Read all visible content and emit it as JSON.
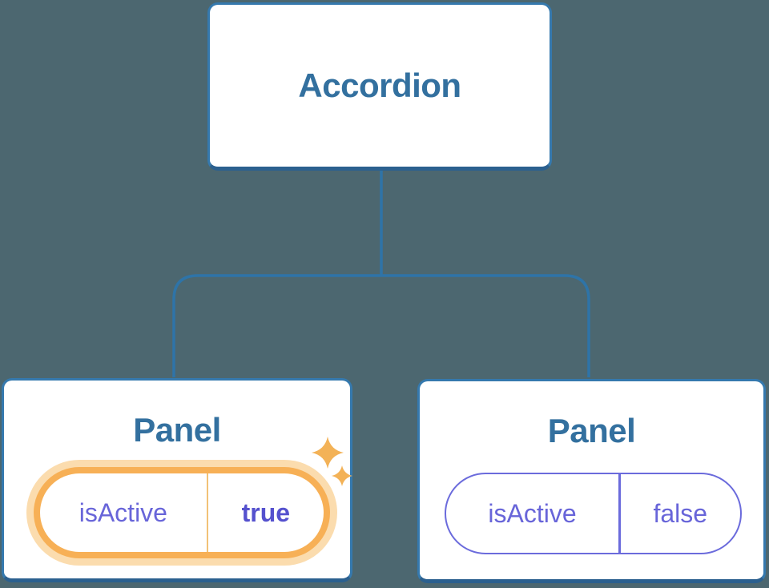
{
  "diagram": {
    "root": {
      "label": "Accordion"
    },
    "children": [
      {
        "label": "Panel",
        "state": {
          "name": "isActive",
          "value": "true"
        },
        "highlighted": true,
        "icon": "sparkles"
      },
      {
        "label": "Panel",
        "state": {
          "name": "isActive",
          "value": "false"
        },
        "highlighted": false
      }
    ]
  },
  "colors": {
    "background": "#4C6770",
    "node_fill": "#FFFFFF",
    "node_border": "#3579AE",
    "node_border_bottom": "#2B608F",
    "title_text": "#33709F",
    "connector": "#2E74A8",
    "state_text": "#6865D9",
    "state_value_active_text": "#5551CE",
    "state_pill_border": "#6B6BDC",
    "active_pill_border": "#F7B056",
    "active_pill_halo": "#FBDCAE",
    "active_pill_divider": "#F2C277",
    "sparkle": "#F3B257"
  }
}
